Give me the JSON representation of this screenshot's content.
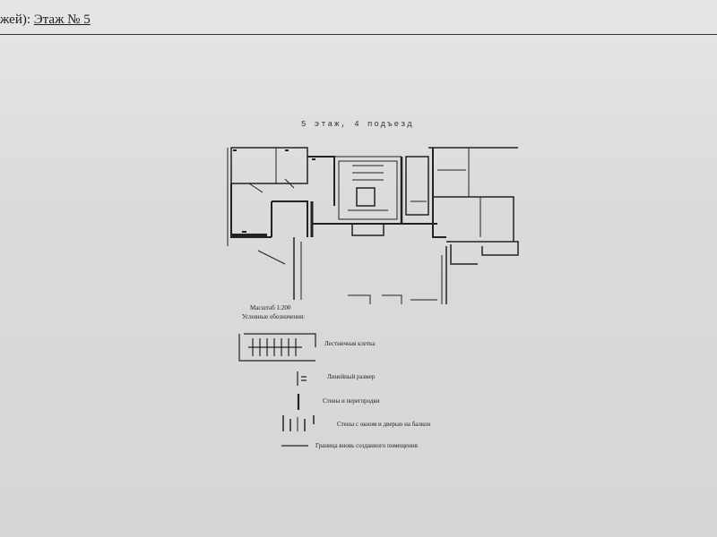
{
  "header": {
    "prefix": "жей):",
    "floor_label": "Этаж № 5"
  },
  "plan": {
    "title": "5  этаж, 4  подъезд"
  },
  "scale_text": "Масштаб 1:200",
  "legend": {
    "title": "Условные обозначения:",
    "items": [
      {
        "label": "Лестничная клетка",
        "icon": "staircase-icon"
      },
      {
        "label": "Линейный размер",
        "icon": "linear-dimension-icon"
      },
      {
        "label": "Стены и перегородки",
        "icon": "wall-icon"
      },
      {
        "label": "Стены с окном и дверью на балкон",
        "icon": "wall-window-door-icon"
      },
      {
        "label": "Граница вновь созданного помещения",
        "icon": "boundary-line-icon"
      }
    ]
  }
}
